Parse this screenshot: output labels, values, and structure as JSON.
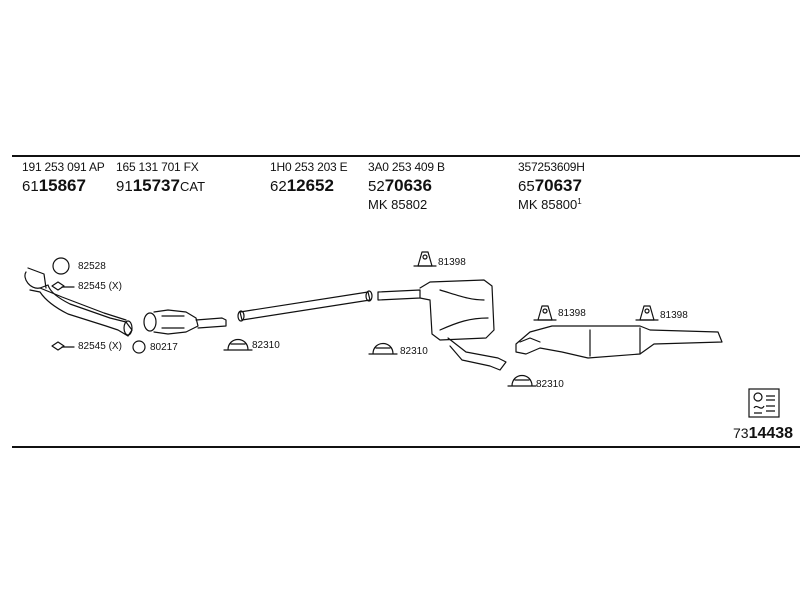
{
  "columns": [
    {
      "oe": "191 253 091 AP",
      "code_prefix": "61",
      "code_main": "15867",
      "code_suffix": "",
      "mk": "",
      "mk_note": ""
    },
    {
      "oe": "165 131 701 FX",
      "code_prefix": "91",
      "code_main": "15737",
      "code_suffix": "CAT",
      "mk": "",
      "mk_note": ""
    },
    {
      "oe": "1H0 253 203 E",
      "code_prefix": "62",
      "code_main": "12652",
      "code_suffix": "",
      "mk": "",
      "mk_note": ""
    },
    {
      "oe": "3A0 253 409 B",
      "code_prefix": "52",
      "code_main": "70636",
      "code_suffix": "",
      "mk": "MK  85802",
      "mk_note": ""
    },
    {
      "oe": "357253609H",
      "code_prefix": "65",
      "code_main": "70637",
      "code_suffix": "",
      "mk": "MK  85800",
      "mk_note": "1"
    }
  ],
  "part_labels": {
    "gasket_top": "82528",
    "bolt_upper": "82545 (X)",
    "bolt_lower": "82545 (X)",
    "ring": "80217",
    "clamp_1": "82310",
    "clamp_2": "82310",
    "clamp_3": "82310",
    "hanger_1": "81398",
    "hanger_2": "81398",
    "hanger_3": "81398"
  },
  "total": {
    "prefix": "73",
    "main": "14438"
  },
  "colors": {
    "line": "#111111",
    "background": "#ffffff"
  }
}
